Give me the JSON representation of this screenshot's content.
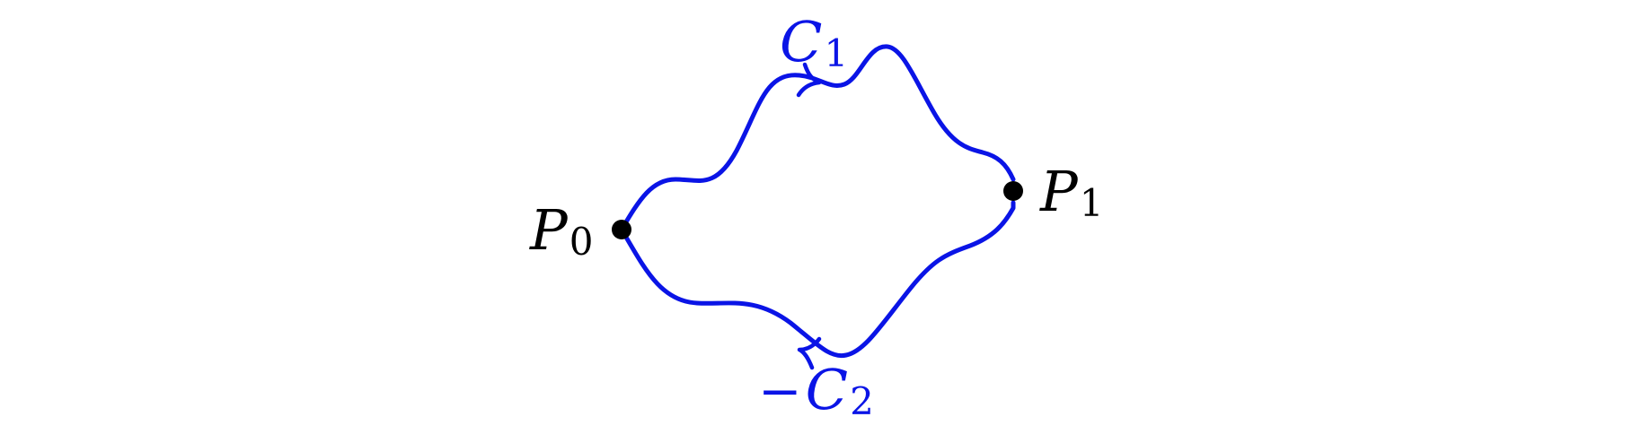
{
  "points": {
    "p0": {
      "name": "P",
      "index": "0"
    },
    "p1": {
      "name": "P",
      "index": "1"
    }
  },
  "curves": {
    "c1": {
      "name": "C",
      "index": "1"
    },
    "c2": {
      "prefix": "−",
      "name": "C",
      "index": "2"
    }
  },
  "colors": {
    "curve": "#0a14e6",
    "point": "#000000",
    "point_label": "#000000"
  }
}
